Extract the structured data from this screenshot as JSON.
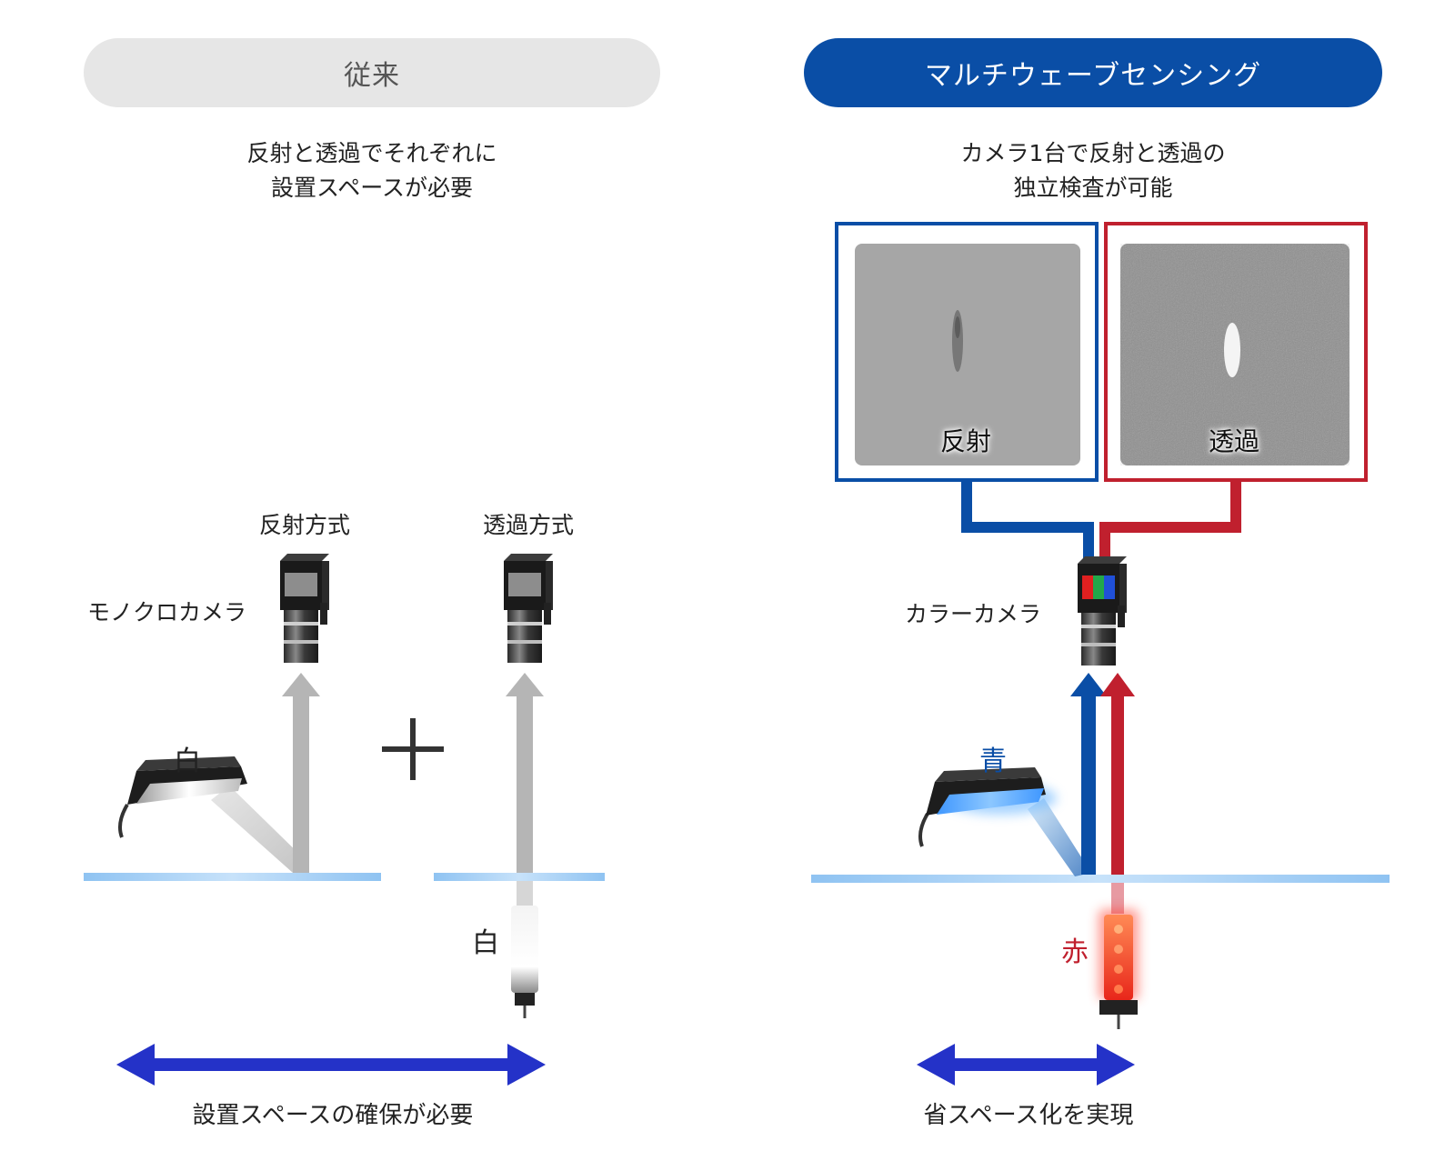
{
  "conventional": {
    "header": "従来",
    "subtitle_line1": "反射と透過でそれぞれに",
    "subtitle_line2": "設置スペースが必要",
    "reflection_method": "反射方式",
    "transmission_method": "透過方式",
    "mono_camera": "モノクロカメラ",
    "light_top": "白",
    "light_bottom": "白",
    "footer": "設置スペースの確保が必要"
  },
  "multiwave": {
    "header": "マルチウェーブセンシング",
    "subtitle_line1": "カメラ1台で反射と透過の",
    "subtitle_line2": "独立検査が可能",
    "image_reflection": "反射",
    "image_transmission": "透過",
    "color_camera": "カラーカメラ",
    "light_top": "青",
    "light_bottom": "赤",
    "footer": "省スペース化を実現"
  },
  "colors": {
    "brand_blue": "#0a4ea6",
    "red": "#c0202e",
    "arrow_navy": "#2432c8",
    "glass": "#9ccbf5"
  }
}
